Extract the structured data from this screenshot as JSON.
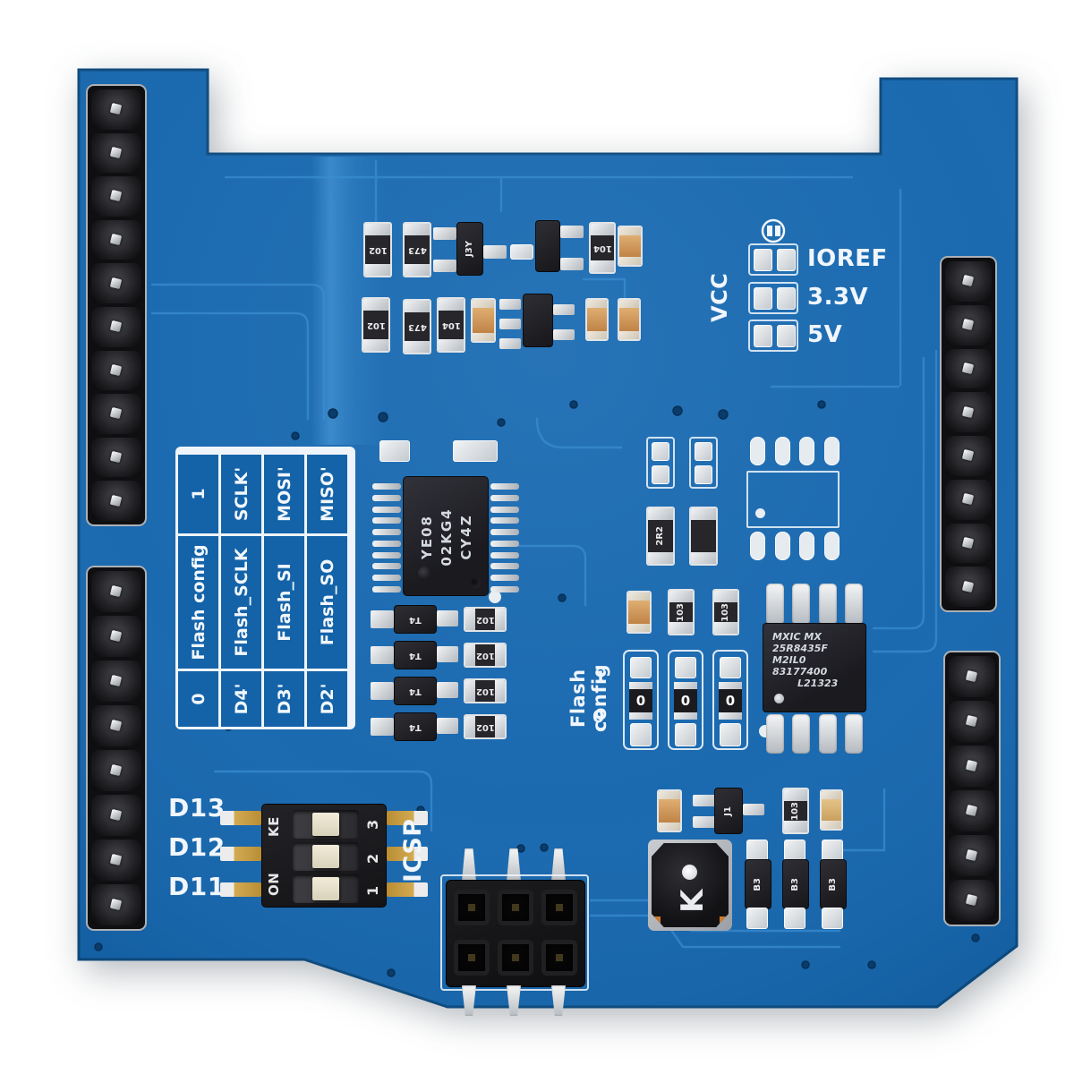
{
  "board": {
    "colors": {
      "background": "#ffffff",
      "pcb": "#1766ad",
      "pcb_edge": "#0d4a7d",
      "trace": "#3b8ed2",
      "silkscreen": "#f0f6fc",
      "capacitor_tan": "#cf9a60",
      "gold_pin": "#c79a3d",
      "header_black": "#131315"
    },
    "power": {
      "vcc_label": "VCC",
      "rails": [
        {
          "label": "IOREF"
        },
        {
          "label": "3.3V"
        },
        {
          "label": "5V"
        }
      ]
    },
    "flash_config_table": {
      "rows": [
        [
          "0",
          "Flash config",
          "1"
        ],
        [
          "D4'",
          "Flash_SCLK",
          "SCLK'"
        ],
        [
          "D3'",
          "Flash_SI",
          "MOSI'"
        ],
        [
          "D2'",
          "Flash_SO",
          "MISO'"
        ]
      ]
    },
    "jumper_bank": {
      "label": "Flash config",
      "marker_top": "1",
      "marker_bottom": "0",
      "zero_ohm": "0"
    },
    "dip_switch": {
      "signals": [
        "D13",
        "D12",
        "D11"
      ],
      "brand": "KE",
      "on_label": "ON",
      "positions": [
        "3",
        "2",
        "1"
      ]
    },
    "icsp_label": "ICSP",
    "ics": {
      "level_shifter": {
        "lines": [
          "YE08",
          "02KG4",
          "CY4Z"
        ]
      },
      "flash_memory": {
        "lines": [
          "MXIC MX",
          "25R8435F",
          "M2IL0",
          "83177400",
          "L21323"
        ]
      }
    },
    "codes": {
      "r102": "102",
      "r473": "473",
      "r104": "104",
      "r103": "103",
      "t4": "T4",
      "b3": "B3",
      "j3y": "J3Y",
      "j1": "J1",
      "zero": "0",
      "r2r2": "2R2",
      "blank": ""
    },
    "headers": {
      "left_top_pins": 10,
      "left_bottom_pins": 8,
      "right_top_pins": 8,
      "right_bottom_pins": 6
    },
    "pins": {
      "tssop_side": 10,
      "soic_row": 4
    }
  }
}
